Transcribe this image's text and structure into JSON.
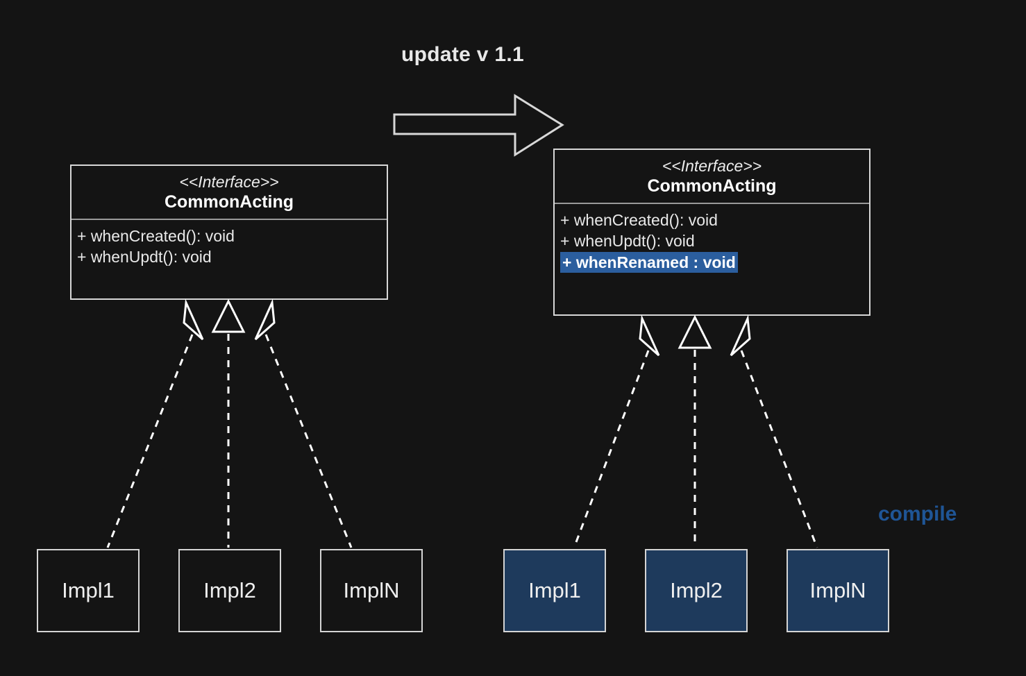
{
  "diagram": {
    "title": "update v 1.1",
    "background_color": "#141414",
    "stroke_color": "#d8d8d8",
    "highlight_color": "#2b5e9e",
    "impl_fill_color": "#1e3a5c",
    "compile_color": "#1f5596",
    "arrow_name": "update-arrow"
  },
  "old_interface": {
    "stereotype": "<<Interface>>",
    "name": "CommonActing",
    "members": [
      {
        "text": "+ whenCreated(): void",
        "highlighted": false
      },
      {
        "text": "+ whenUpdt(): void",
        "highlighted": false
      }
    ]
  },
  "new_interface": {
    "stereotype": "<<Interface>>",
    "name": "CommonActing",
    "members": [
      {
        "text": "+ whenCreated(): void",
        "highlighted": false
      },
      {
        "text": "+ whenUpdt(): void",
        "highlighted": false
      },
      {
        "text": "+ whenRenamed : void",
        "highlighted": true
      }
    ]
  },
  "old_implementations": [
    {
      "label": "Impl1"
    },
    {
      "label": "Impl2"
    },
    {
      "label": "ImplN"
    }
  ],
  "new_implementations": [
    {
      "label": "Impl1"
    },
    {
      "label": "Impl2"
    },
    {
      "label": "ImplN"
    }
  ],
  "annotations": {
    "compile": "compile"
  }
}
